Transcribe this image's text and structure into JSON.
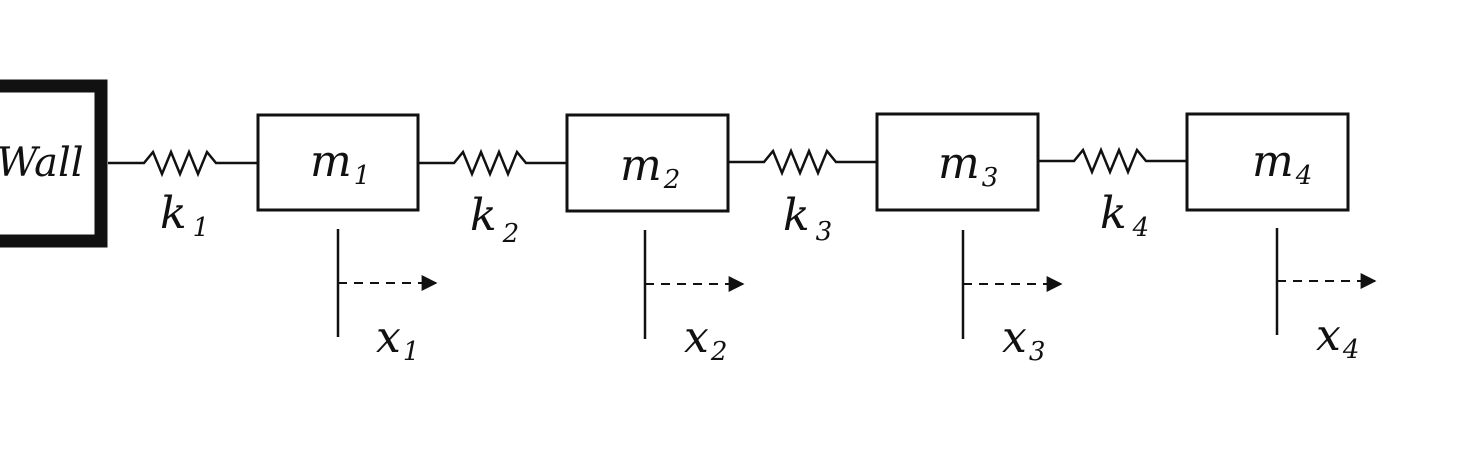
{
  "wall": {
    "label": "Wall"
  },
  "masses": [
    {
      "base": "m",
      "sub": "1"
    },
    {
      "base": "m",
      "sub": "2"
    },
    {
      "base": "m",
      "sub": "3"
    },
    {
      "base": "m",
      "sub": "4"
    }
  ],
  "springs": [
    {
      "base": "k",
      "sub": "1"
    },
    {
      "base": "k",
      "sub": "2"
    },
    {
      "base": "k",
      "sub": "3"
    },
    {
      "base": "k",
      "sub": "4"
    }
  ],
  "displacements": [
    {
      "base": "x",
      "sub": "1"
    },
    {
      "base": "x",
      "sub": "2"
    },
    {
      "base": "x",
      "sub": "3"
    },
    {
      "base": "x",
      "sub": "4"
    }
  ],
  "colors": {
    "stroke": "#111111",
    "background": "#ffffff"
  }
}
